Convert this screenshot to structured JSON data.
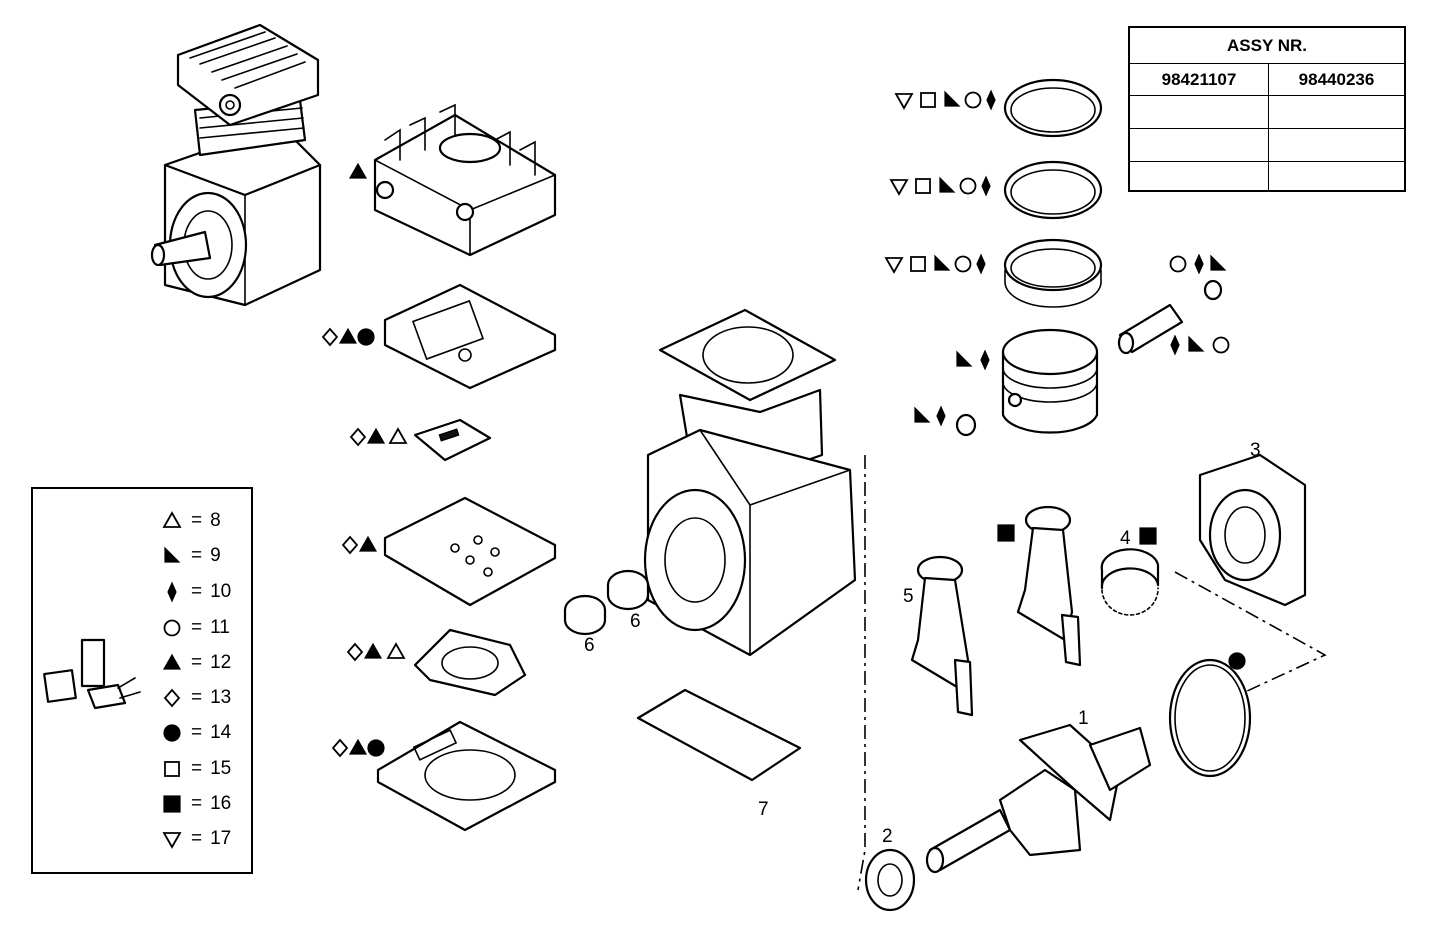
{
  "assy_table": {
    "header": "ASSY NR.",
    "columns": [
      "98421107",
      "98440236"
    ]
  },
  "legend": [
    {
      "symbol": "open-triangle",
      "value": "8"
    },
    {
      "symbol": "half-triangle",
      "value": "9"
    },
    {
      "symbol": "filled-diamond",
      "value": "10"
    },
    {
      "symbol": "open-circle",
      "value": "11"
    },
    {
      "symbol": "filled-triangle",
      "value": "12"
    },
    {
      "symbol": "open-diamond",
      "value": "13"
    },
    {
      "symbol": "filled-circle",
      "value": "14"
    },
    {
      "symbol": "open-square",
      "value": "15"
    },
    {
      "symbol": "filled-square",
      "value": "16"
    },
    {
      "symbol": "open-down-triangle",
      "value": "17"
    }
  ],
  "callouts": {
    "crankshaft": "1",
    "thrust_washer": "2",
    "bearing_cover": "3",
    "bearing_shell": "4",
    "con_rod_a": "5",
    "bushing_a": "6",
    "bushing_b": "6",
    "cover_plate": "7"
  },
  "equals": "="
}
